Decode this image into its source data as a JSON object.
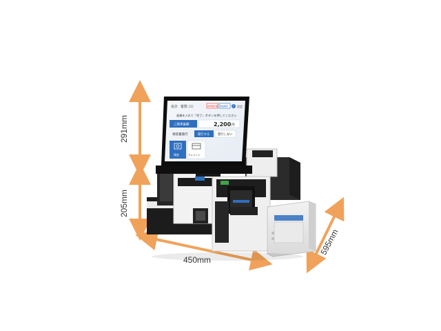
{
  "dimensions": {
    "screen_height": "291mm",
    "body_height": "205mm",
    "width": "450mm",
    "depth": "595mm"
  },
  "screen": {
    "header_title": "会計",
    "header_sub": "客数 (1)",
    "header_badge_red": "精算機管理",
    "header_badge_blue": "現金精算",
    "header_help": "?",
    "header_menu": "設定",
    "instruction": "画像を入れて「完了」ボタンを押してください",
    "amount_label": "ご請求金額",
    "amount_value": "2,200",
    "amount_unit": "円",
    "receipt_label": "領収書発行",
    "receipt_yes": "発行する",
    "receipt_no": "発行しない",
    "pay_cash": "現金",
    "pay_credit": "クレジット"
  },
  "colors": {
    "accent_blue": "#2f6fbf",
    "arrow": "#f0a25a"
  }
}
